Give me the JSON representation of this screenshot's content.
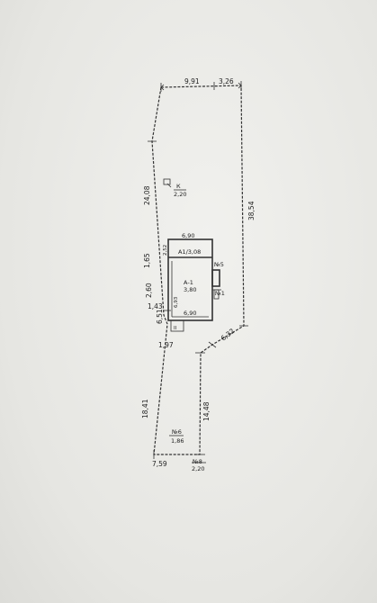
{
  "plot": {
    "dims": {
      "top_left": "9,91",
      "top_right": "3,26",
      "right_long": "38,54",
      "left_upper": "24,08",
      "left_a": "1,65",
      "left_b": "2,60",
      "left_c": "1,43",
      "left_d": "6,51",
      "step": "1,97",
      "left_lower": "18,41",
      "bottom": "7,59",
      "right_lower": "14,48",
      "diagonal": "6,32"
    },
    "well": {
      "letter": "К",
      "value": "2,20"
    },
    "building": {
      "width_top": "6,90",
      "width_bottom": "6,90",
      "annex": "А1/3,08",
      "annex_depth": "2,52",
      "main": "А-1",
      "main_height": "3,80",
      "inner_depth": "6,93",
      "porch": "II"
    },
    "markers": {
      "n5": "№5",
      "n1": "№1",
      "n6": "№6",
      "n6_value": "1,86",
      "n8": "№8",
      "n8_value": "2,20"
    }
  }
}
